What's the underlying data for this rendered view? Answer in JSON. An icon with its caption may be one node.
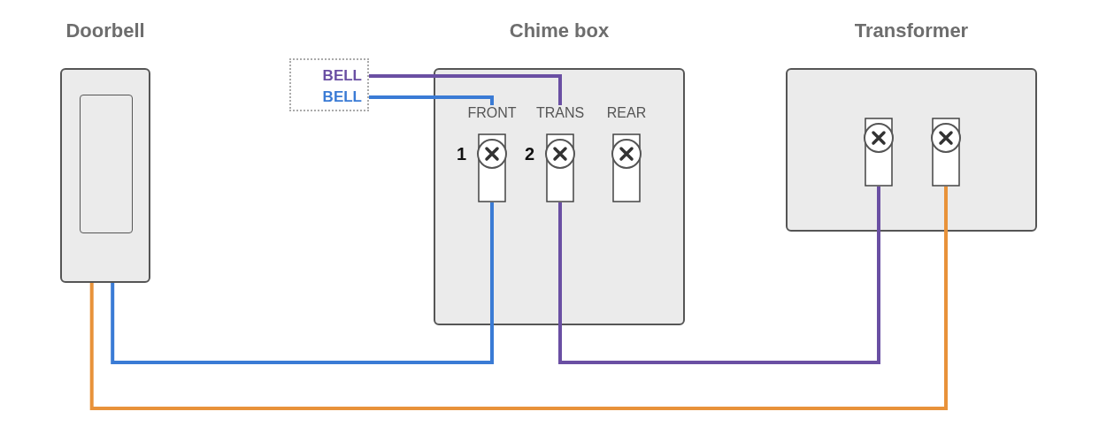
{
  "diagram": {
    "nodes": [
      {
        "text": [
          "Doorbell"
        ]
      },
      {
        "text": [],
        "shape": "box"
      },
      {
        "text": [
          "BELL"
        ],
        "in": 1
      },
      {
        "text": [
          "BELL"
        ],
        "in": 1
      },
      {
        "text": [
          "Chime box"
        ]
      },
      {
        "text": [
          "FRONT"
        ],
        "in": 4,
        "beside": [
          "1"
        ]
      },
      {
        "text": [
          "TRANS"
        ],
        "in": 4,
        "beside": [
          "2"
        ]
      },
      {
        "text": [
          "REAR"
        ],
        "in": 4
      },
      {
        "text": [
          "Transformer"
        ]
      },
      {
        "text": [],
        "shape": "box",
        "in": 8
      },
      {
        "text": [],
        "shape": "box",
        "in": 8
      }
    ],
    "edges": [
      {
        "from": 2,
        "to": 6,
        "arrow": "none",
        "color": "#6a4fa3"
      },
      {
        "from": 3,
        "to": 5,
        "arrow": "none",
        "color": "#3a7bd5"
      },
      {
        "from": 0,
        "to": 5,
        "arrow": "none",
        "color": "#3a7bd5"
      },
      {
        "from": 6,
        "to": 9,
        "arrow": "none",
        "color": "#6a4fa3"
      },
      {
        "from": 0,
        "to": 10,
        "arrow": "none",
        "color": "#e8923a"
      }
    ]
  }
}
